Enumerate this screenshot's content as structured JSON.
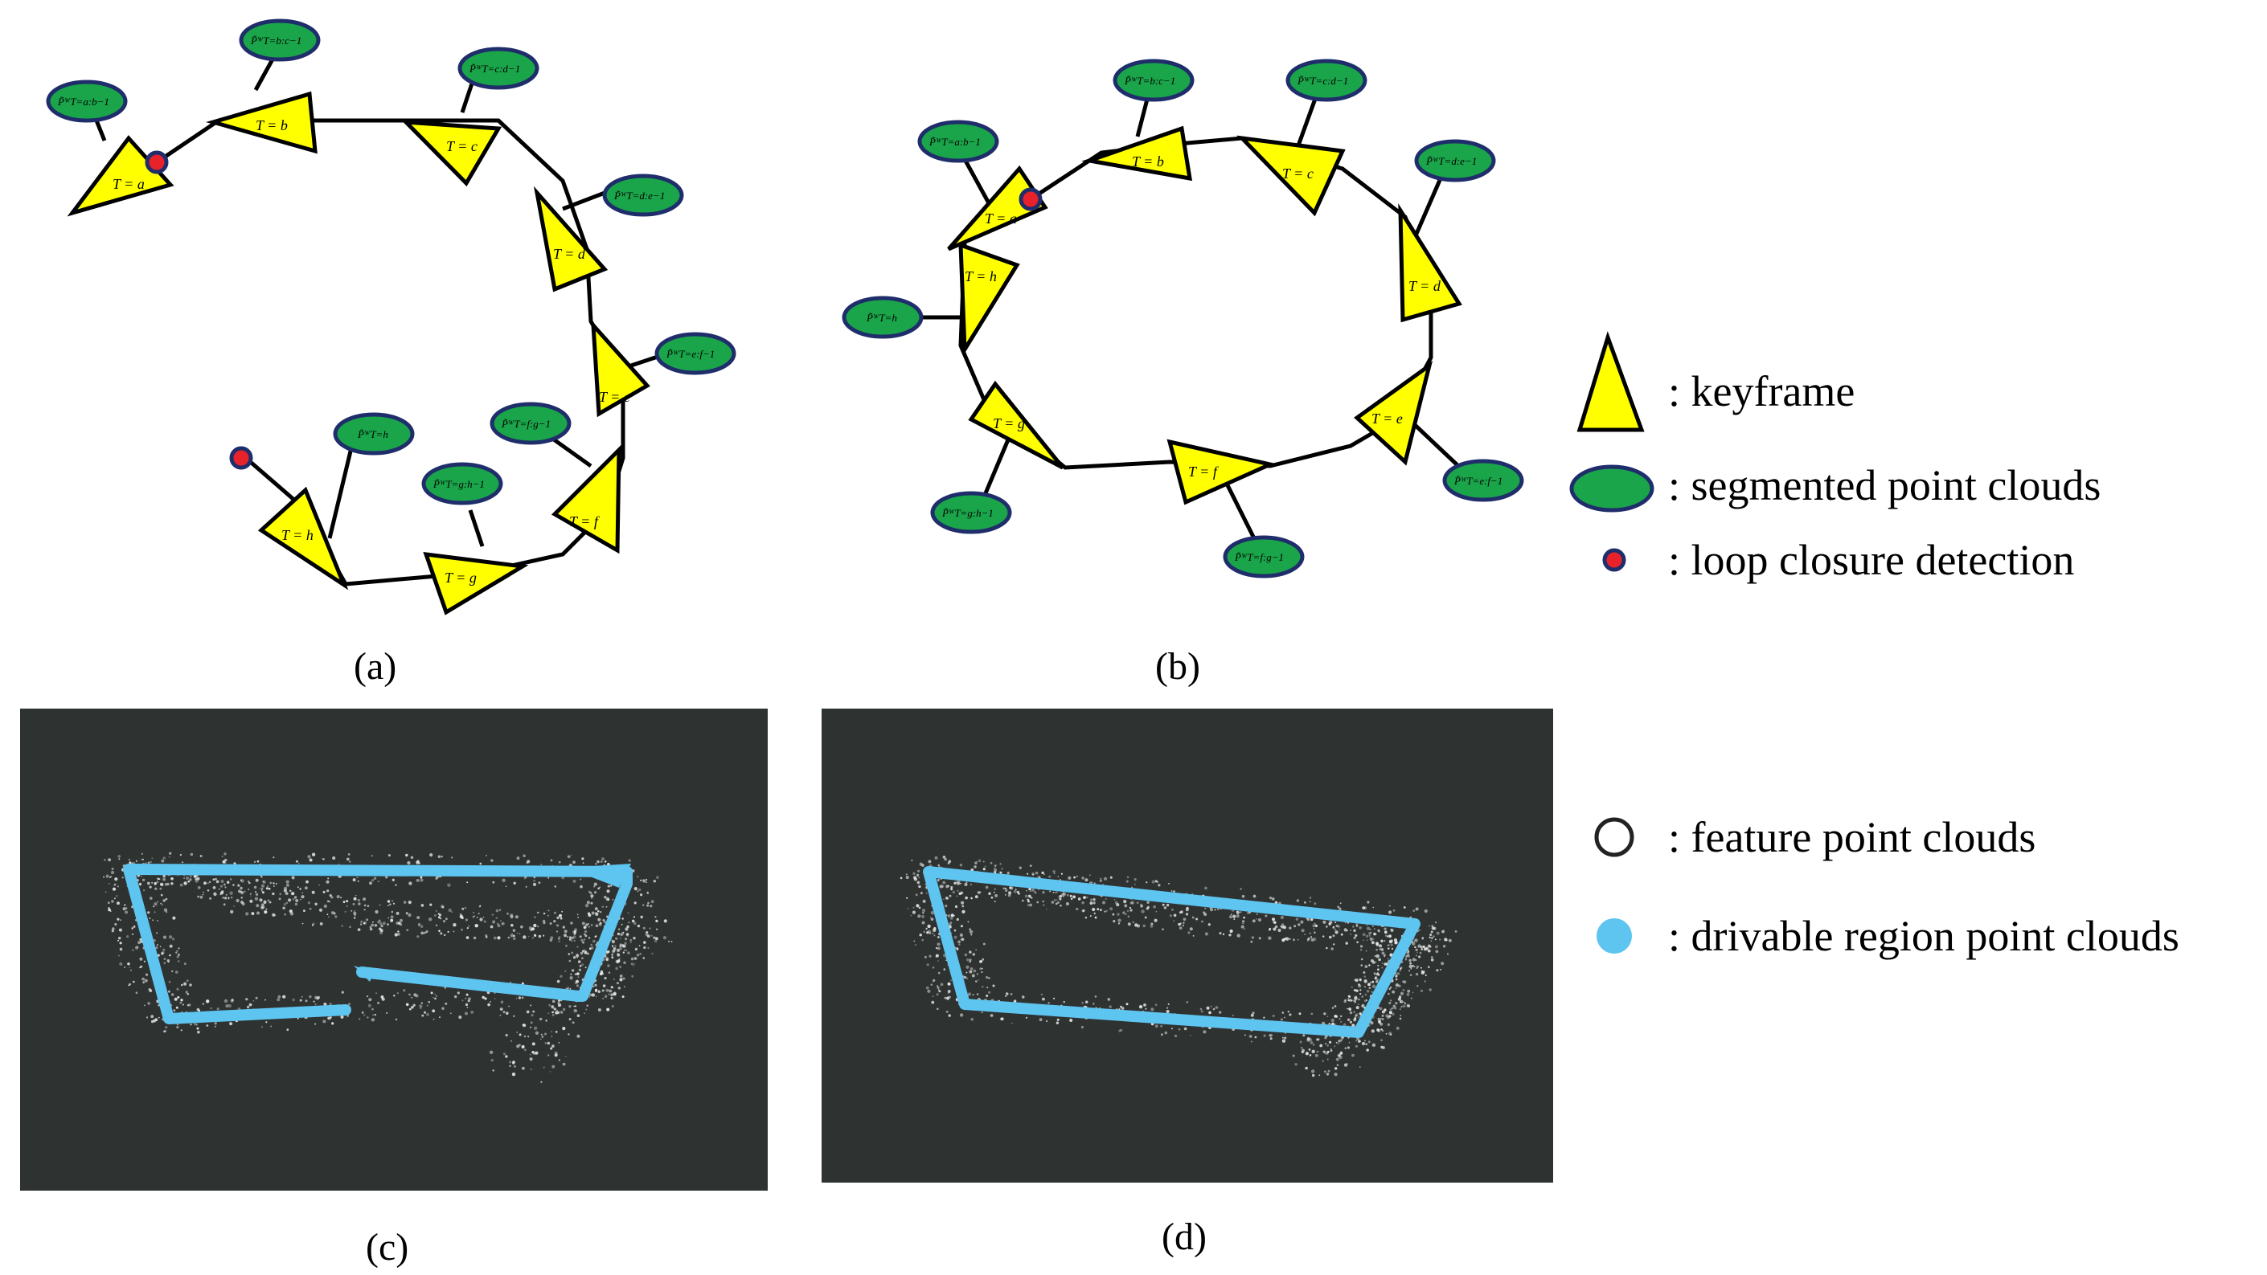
{
  "colors": {
    "keyframe_fill": "#ffff00",
    "pointcloud_fill": "#1aa54a",
    "pointcloud_stroke": "#1f2d6b",
    "loop_fill": "#e8222a",
    "loop_stroke": "#1f2d6b",
    "map_bg": "#2e3231",
    "drivable": "#5ec4f0",
    "feature_points": "#e8e8e8"
  },
  "legend_top": [
    {
      "icon": "keyframe-icon",
      "label": ": keyframe"
    },
    {
      "icon": "segmented-point-cloud-icon",
      "label": ": segmented point clouds"
    },
    {
      "icon": "loop-closure-icon",
      "label": ": loop closure detection"
    }
  ],
  "legend_bottom": [
    {
      "icon": "feature-point-cloud-icon",
      "label": ": feature point clouds"
    },
    {
      "icon": "drivable-region-icon",
      "label": ": drivable region point clouds"
    }
  ],
  "captions": {
    "a": "(a)",
    "b": "(b)",
    "c": "(c)",
    "d": "(d)"
  },
  "diagram_a": {
    "keyframes": [
      "T = a",
      "T = b",
      "T = c",
      "T = d",
      "T = e",
      "T = f",
      "T = g",
      "T = h"
    ],
    "pointclouds": [
      "P̃ᵂT=a:b−1",
      "P̃ᵂT=b:c−1",
      "P̃ᵂT=c:d−1",
      "P̃ᵂT=d:e−1",
      "P̃ᵂT=e:f−1",
      "P̃ᵂT=f:g−1",
      "P̃ᵂT=g:h−1",
      "P̃ᵂT=h"
    ]
  },
  "diagram_b": {
    "keyframes": [
      "T = a",
      "T = b",
      "T = c",
      "T = d",
      "T = e",
      "T = f",
      "T = g",
      "T = h"
    ],
    "pointclouds": [
      "P̃ᵂT=a:b−1",
      "P̃ᵂT=b:c−1",
      "P̃ᵂT=c:d−1",
      "P̃ᵂT=d:e−1",
      "P̃ᵂT=e:f−1",
      "P̃ᵂT=f:g−1",
      "P̃ᵂT=g:h−1",
      "P̃ᵂT=h"
    ]
  }
}
